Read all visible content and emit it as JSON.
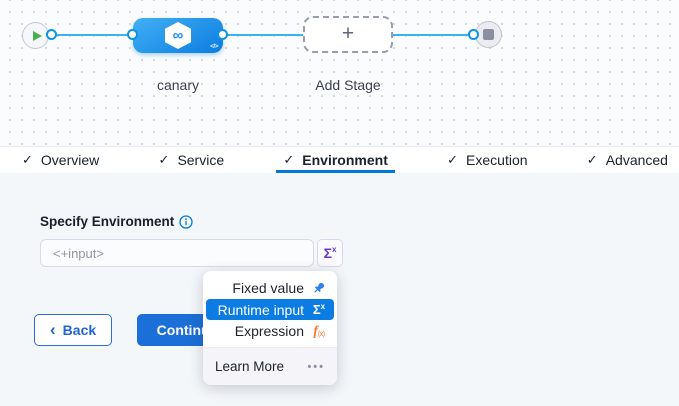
{
  "canvas": {
    "stage_name": "canary",
    "add_stage_label": "Add Stage",
    "plus": "+",
    "infinity": "∞",
    "code_icon": "</>"
  },
  "tabs": {
    "check": "✓",
    "items": [
      {
        "label": "Overview"
      },
      {
        "label": "Service"
      },
      {
        "label": "Environment",
        "active": true
      },
      {
        "label": "Execution"
      },
      {
        "label": "Advanced"
      }
    ]
  },
  "form": {
    "label": "Specify Environment",
    "placeholder": "<+input>",
    "sigma": "Σ",
    "sigma_sup": "x"
  },
  "buttons": {
    "back_chevron": "‹",
    "back": "Back",
    "continue": "Continue"
  },
  "dropdown": {
    "items": [
      {
        "label": "Fixed value",
        "icon": "pin-icon"
      },
      {
        "label": "Runtime input",
        "icon": "sigma-icon",
        "selected": true
      },
      {
        "label": "Expression",
        "icon": "fx-icon"
      }
    ],
    "sigma": "Σ",
    "sigma_sup": "x",
    "fx_f": "f",
    "fx_sub": "(x)",
    "footer_label": "Learn More",
    "footer_dots": "•••"
  },
  "colors": {
    "accent_blue": "#0278d5",
    "selected_blue": "#0b7ce2",
    "line_blue": "#38b2f0",
    "node_gradient_start": "#41b0f4",
    "node_gradient_end": "#0c7ce0",
    "purple_sigma": "#6839c9",
    "orange_fx": "#ff7020",
    "green_play": "#4cae4f"
  }
}
